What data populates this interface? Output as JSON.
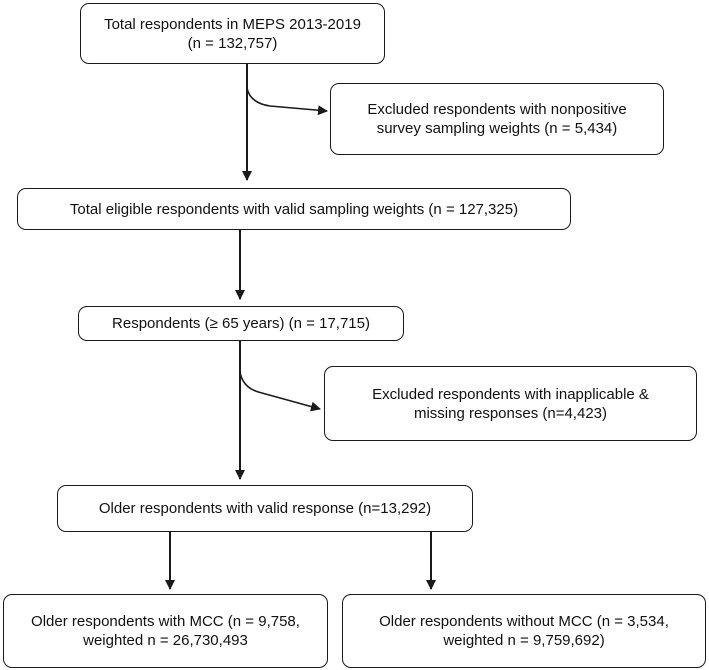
{
  "flowchart": {
    "total": {
      "line1": "Total respondents in MEPS 2013-2019",
      "line2": "(n = 132,757)"
    },
    "excluded_weights": {
      "line1": "Excluded respondents with nonpositive",
      "line2": "survey sampling weights (n = 5,434)"
    },
    "eligible": {
      "line1": "Total eligible respondents with valid sampling weights (n = 127,325)"
    },
    "age65": {
      "line1": "Respondents (≥ 65 years) (n = 17,715)"
    },
    "excluded_missing": {
      "line1": "Excluded respondents with inapplicable &",
      "line2": "missing responses (n=4,423)"
    },
    "valid": {
      "line1": "Older respondents with valid response (n=13,292)"
    },
    "with_mcc": {
      "line1": "Older respondents with MCC (n = 9,758,",
      "line2": "weighted n = 26,730,493"
    },
    "without_mcc": {
      "line1": "Older respondents without MCC (n = 3,534,",
      "line2": "weighted n = 9,759,692)"
    }
  },
  "colors": {
    "line": "#1a1a1a",
    "box_border": "#1a1a1a",
    "text": "#111111"
  }
}
